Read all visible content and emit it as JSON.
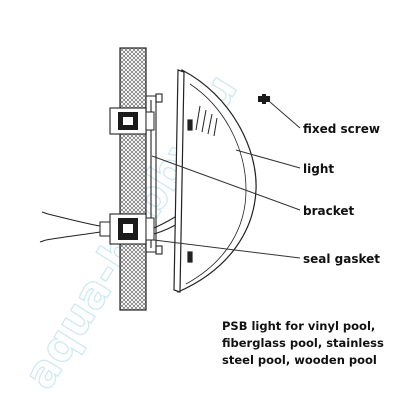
{
  "labels": {
    "fixed_screw": "fixed screw",
    "light": "light",
    "bracket": "bracket",
    "seal_gasket": "seal gasket"
  },
  "caption": {
    "line1": "PSB light for vinyl pool,",
    "line2": "fiberglass pool, stainless",
    "line3": "steel pool, wooden pool"
  },
  "watermark": "aqua-hobby.ru",
  "colors": {
    "ink": "#111111",
    "wall_hatch": "#444444",
    "watermark": "#cfe9f1",
    "leader": "#333333"
  }
}
